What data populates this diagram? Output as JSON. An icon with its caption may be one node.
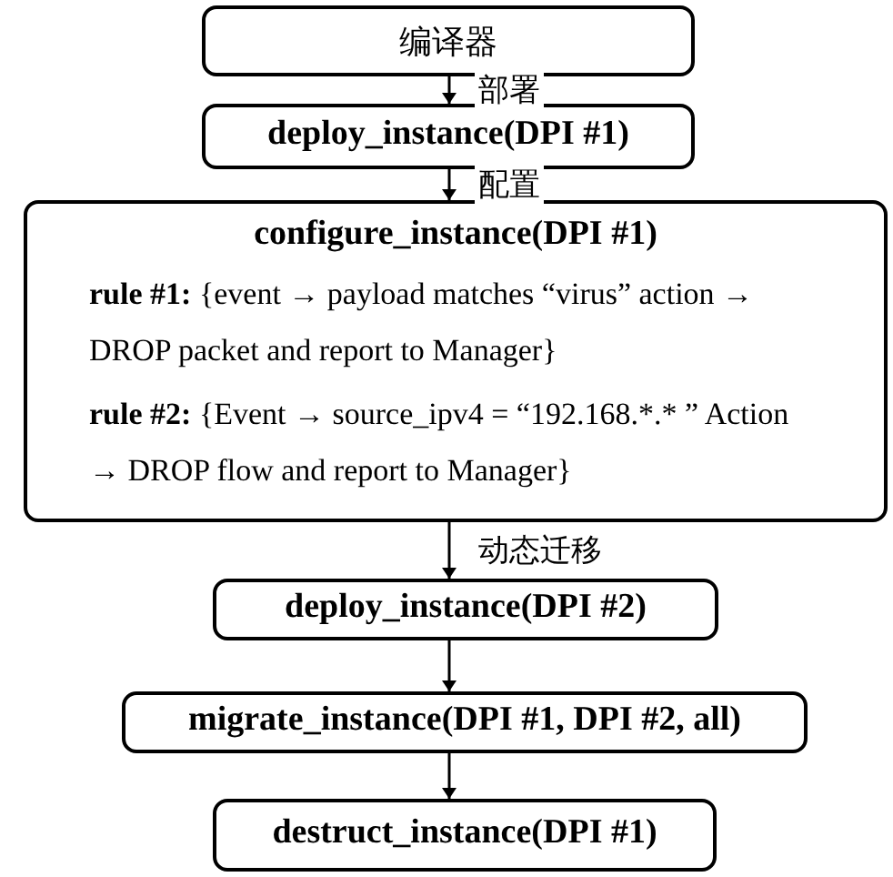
{
  "diagram": {
    "nodes": [
      {
        "text": [
          "编译器"
        ]
      },
      {
        "text": [
          "deploy_instance(DPI #1)"
        ]
      },
      {
        "text": [
          "configure_instance(DPI #1)",
          "rule  #1:",
          "{event → payload matches “virus” action → DROP packet and report to Manager}",
          "rule  #2:",
          "{Event → source_ipv4 = “192.168.*.* ” Action → DROP flow and report to Manager}"
        ]
      },
      {
        "text": [
          "deploy_instance(DPI #2)"
        ]
      },
      {
        "text": [
          "migrate_instance(DPI #1, DPI #2, all)"
        ]
      },
      {
        "text": [
          "destruct_instance(DPI #1)"
        ]
      }
    ],
    "edges": [
      {
        "from": 0,
        "to": 1,
        "arrow": "to",
        "label": "部署"
      },
      {
        "from": 1,
        "to": 2,
        "arrow": "to",
        "label": "配置"
      },
      {
        "from": 2,
        "to": 3,
        "arrow": "to",
        "label": "动态迁移"
      },
      {
        "from": 3,
        "to": 4,
        "arrow": "to"
      },
      {
        "from": 4,
        "to": 5,
        "arrow": "to"
      }
    ]
  }
}
